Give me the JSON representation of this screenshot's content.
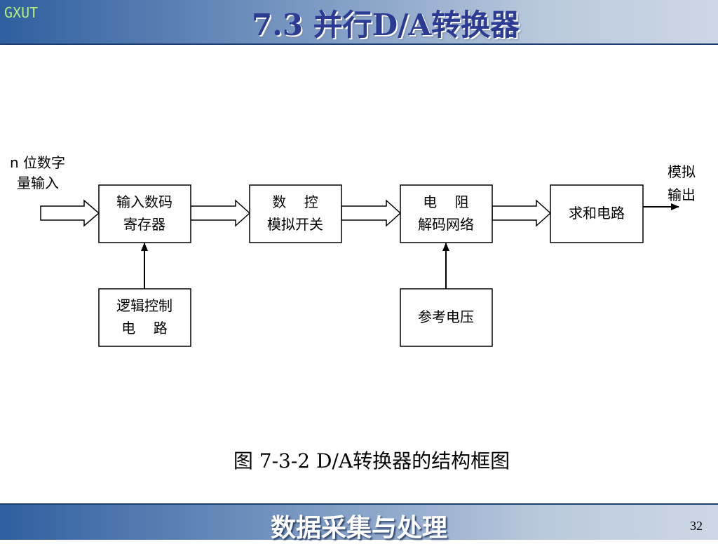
{
  "header": {
    "logo": "GXUT",
    "title": "7.3 并行D/A转换器"
  },
  "diagram": {
    "input_label": [
      "n 位数字",
      "量输入"
    ],
    "output_label": [
      "模拟",
      "输出"
    ],
    "blocks": [
      {
        "id": "input-register",
        "lines": [
          "输入数码",
          "寄存器"
        ]
      },
      {
        "id": "analog-switch",
        "lines": [
          "数    控",
          "模拟开关"
        ]
      },
      {
        "id": "resistor-network",
        "lines": [
          "电    阻",
          "解码网络"
        ]
      },
      {
        "id": "summing-circuit",
        "lines": [
          "求和电路"
        ]
      },
      {
        "id": "logic-control",
        "lines": [
          "逻辑控制",
          "电    路"
        ]
      },
      {
        "id": "reference-voltage",
        "lines": [
          "参考电压"
        ]
      }
    ],
    "caption": "图 7-3-2 D/A转换器的结构框图"
  },
  "footer": {
    "title": "数据采集与处理",
    "page_number": "32"
  }
}
